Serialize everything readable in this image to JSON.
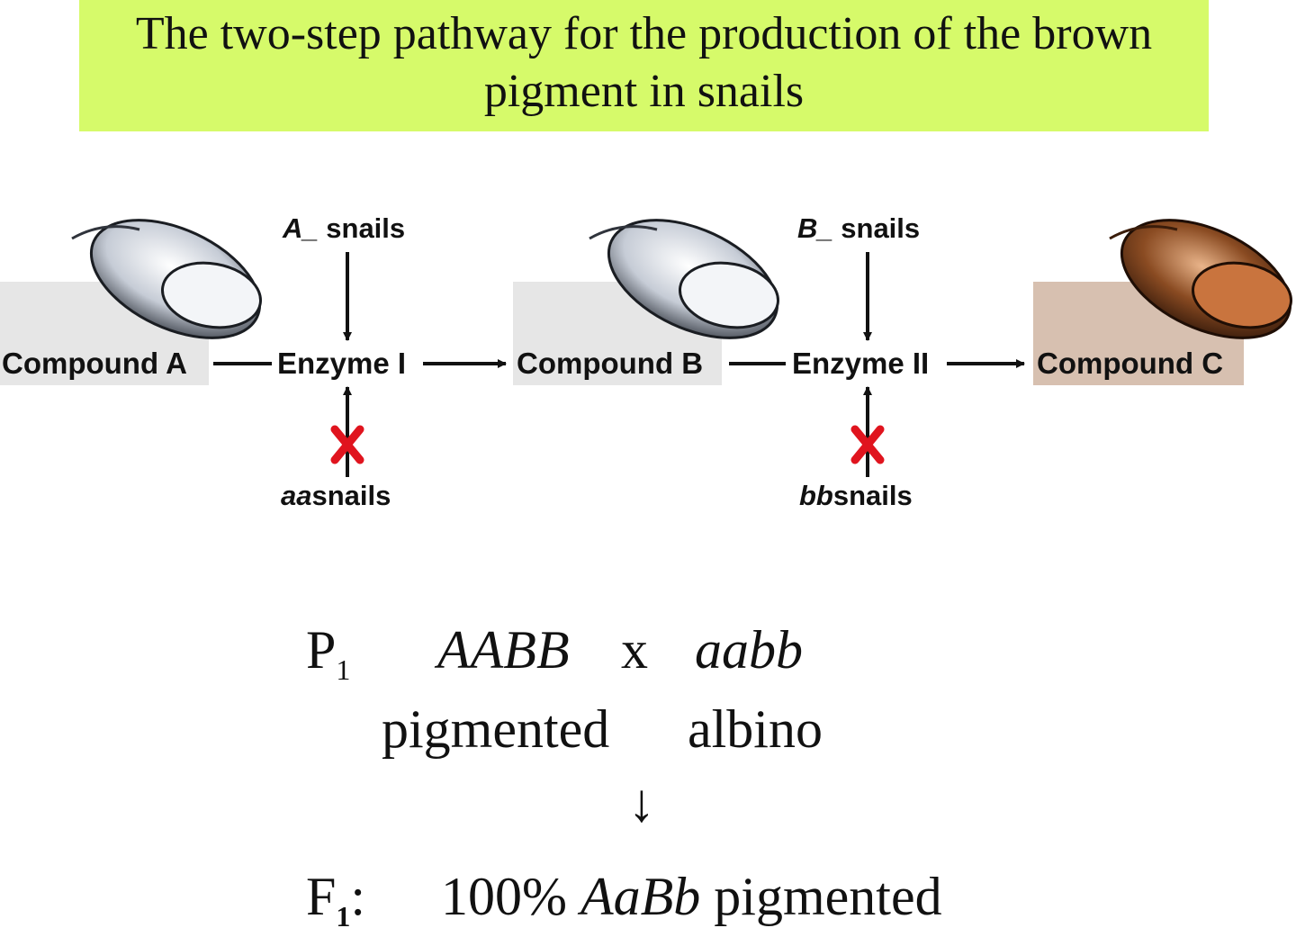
{
  "title": "The two-step pathway for the production of the brown pigment in snails",
  "pathway": {
    "compounds": [
      "Compound A",
      "Compound B",
      "Compound C"
    ],
    "enzymes": [
      "Enzyme I",
      "Enzyme II"
    ],
    "dominant_label_1": {
      "allele": "A_",
      "word": "snails"
    },
    "dominant_label_2": {
      "allele": "B_",
      "word": "snails"
    },
    "recessive_label_1": {
      "allele": "aa",
      "word": "snails"
    },
    "recessive_label_2": {
      "allele": "bb",
      "word": "snails"
    },
    "snail_colors": [
      "albino",
      "albino",
      "brown"
    ]
  },
  "cross": {
    "p_label": "P",
    "p_sub": "1",
    "genotype_1": "AABB",
    "cross_symbol": "x",
    "genotype_2": "aabb",
    "phenotype_1": "pigmented",
    "phenotype_2": "albino",
    "arrow": "↓",
    "f_label": "F",
    "f_sub": "1",
    "f_colon": ":",
    "f_percent": "100%",
    "f_genotype": "AaBb",
    "f_phenotype": "pigmented"
  },
  "colors": {
    "banner": "#d6fa6a",
    "compound_box_gray": "#e6e6e6",
    "compound_box_brown": "#d7c0b0",
    "block_mark": "#e0141e"
  }
}
